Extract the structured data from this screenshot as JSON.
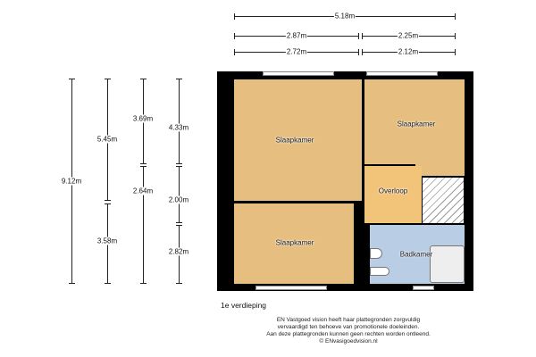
{
  "dimensions": {
    "top_total": "5.18m",
    "top_left": "2.87m",
    "top_right": "2.25m",
    "inner_left": "2.72m",
    "inner_right": "2.12m",
    "v_total": "9.12m",
    "v_upper": "5.45m",
    "v_lower": "3.58m",
    "v_a": "3.69m",
    "v_b": "2.64m",
    "v_c": "4.33m",
    "v_d": "2.00m",
    "v_e": "2.82m"
  },
  "rooms": {
    "bedroom_1": "Slaapkamer",
    "bedroom_2": "Slaapkamer",
    "bedroom_3": "Slaapkamer",
    "landing": "Overloop",
    "bathroom": "Badkamer"
  },
  "colors": {
    "room": "#e6bf80",
    "landing": "#f2c47a",
    "bathroom": "#b9cde5"
  },
  "floor_label": "1e verdieping",
  "disclaimer": [
    "EN Vastgoed vision heeft haar plattegronden zorgvuldig",
    "vervaardigd ten behoeve van promotionele doeleinden.",
    "Aan deze plattegronden kunnen geen rechten worden ontleend.",
    "© ENvasigoedvision.nl"
  ]
}
